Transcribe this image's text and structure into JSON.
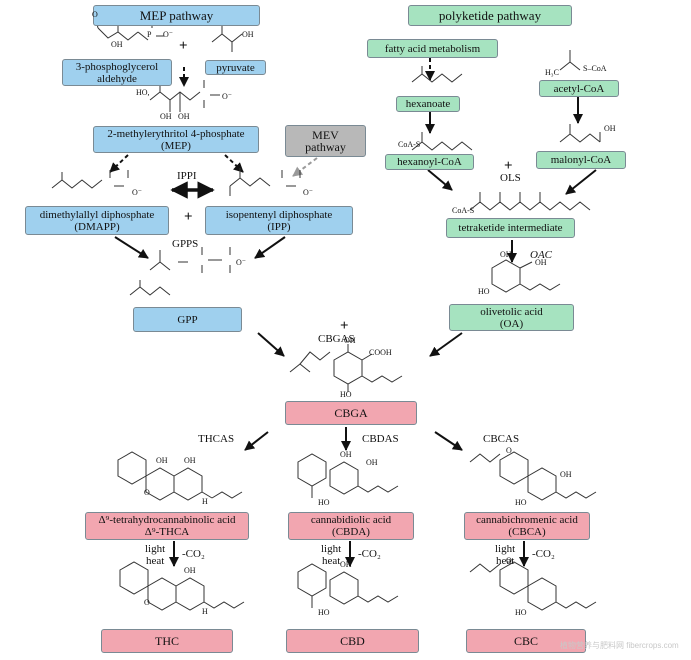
{
  "pathways": {
    "mep": "MEP pathway",
    "polyketide": "polyketide pathway",
    "mev_line1": "MEV",
    "mev_line2": "pathway"
  },
  "mep_nodes": {
    "g3p_line1": "3-phosphoglycerol",
    "g3p_line2": "aldehyde",
    "pyruvate": "pyruvate",
    "mep_line1": "2-methylerythritol 4-phosphate",
    "mep_line2": "(MEP)",
    "dmapp_line1": "dimethylallyl diphosphate",
    "dmapp_line2": "(DMAPP)",
    "ipp_line1": "isopentenyl diphosphate",
    "ipp_line2": "(IPP)",
    "gpp": "GPP"
  },
  "polyketide_nodes": {
    "fatty_acid": "fatty acid metabolism",
    "hexanoate": "hexanoate",
    "acetyl_coa": "acetyl-CoA",
    "hexanoyl_coa": "hexanoyl-CoA",
    "malonyl_coa": "malonyl-CoA",
    "tetraketide": "tetraketide intermediate",
    "oa_line1": "olivetolic acid",
    "oa_line2": "(OA)"
  },
  "cannabinoid_nodes": {
    "cbga": "CBGA",
    "thca_line1": "Δ⁹-tetrahydrocannabinolic acid",
    "thca_line2": "Δ⁹-THCA",
    "cbda_line1": "cannabidiolic acid",
    "cbda_line2": "(CBDA)",
    "cbca_line1": "cannabichromenic acid",
    "cbca_line2": "(CBCA)",
    "thc": "THC",
    "cbd": "CBD",
    "cbc": "CBC"
  },
  "enzymes": {
    "ippi": "IPPI",
    "gpps": "GPPS",
    "ols": "OLS",
    "oac": "OAC",
    "cbgas": "CBGAS",
    "thcas": "THCAS",
    "cbdas": "CBDAS",
    "cbcas": "CBCAS"
  },
  "conditions": {
    "light": "light",
    "heat": "heat",
    "decarboxylation": "-CO₂"
  },
  "symbols": {
    "plus": "+"
  },
  "structure_labels": {
    "o_minus": "O⁻",
    "oh": "OH",
    "ho": "HO",
    "o": "O",
    "p": "P",
    "cooh": "COOH",
    "h": "H",
    "coa_s": "CoA-S",
    "s_coa": "S–CoA",
    "h3c": "H₃C",
    "ho_prime": "HO,"
  },
  "watermark": "植物营养与肥料网 fibercrops.com",
  "colors": {
    "mep_box": "#9fd0ee",
    "polyketide_box": "#a6e3c0",
    "mev_box": "#b8b8b8",
    "cannabinoid_box": "#f2a6b0",
    "arrow": "#111111",
    "dashed_arrow": "#111111",
    "mev_arrow": "#9a9a9a"
  }
}
